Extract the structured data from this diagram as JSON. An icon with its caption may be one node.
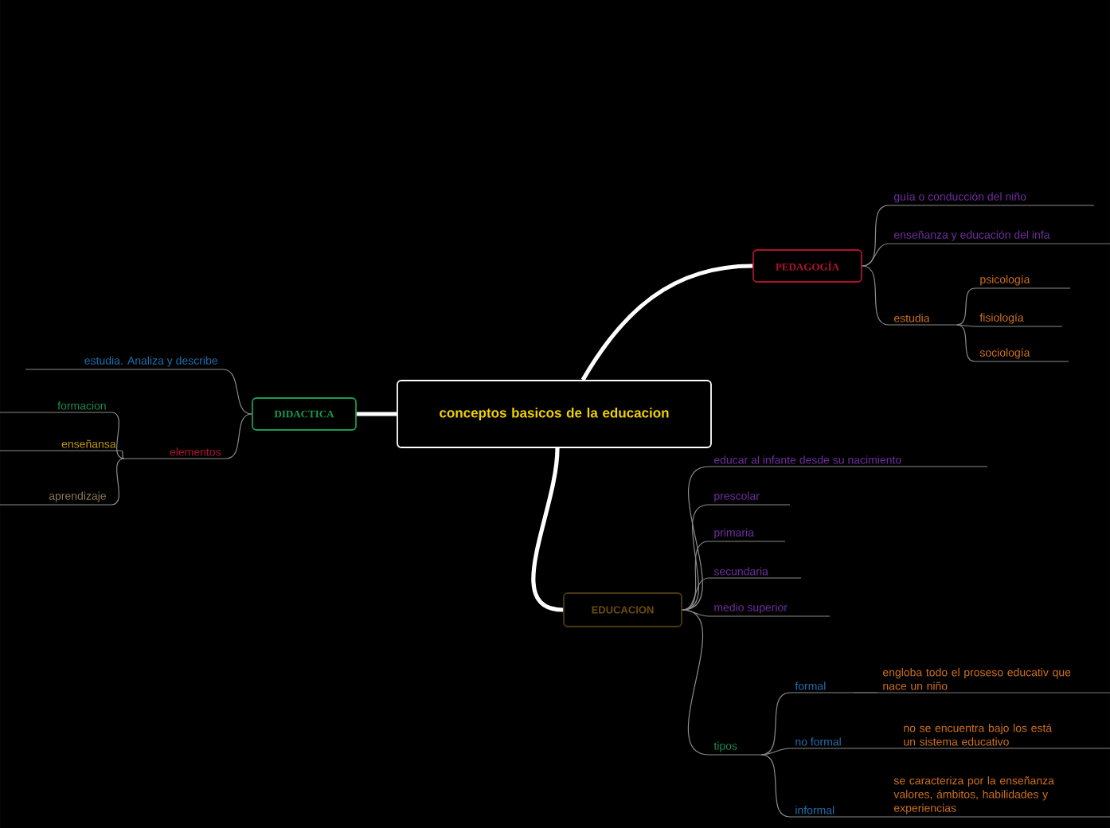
{
  "diagram": {
    "nodes": [
      {
        "text": [
          "conceptos basicos de la educacion"
        ]
      },
      {
        "text": [
          "PEDAGOGÍA"
        ]
      },
      {
        "text": [
          "guía  o conducción del niño"
        ]
      },
      {
        "text": [
          "enseñanza y educación del infa"
        ]
      },
      {
        "text": [
          "estudia"
        ]
      },
      {
        "text": [
          "psicología"
        ]
      },
      {
        "text": [
          "fisiología"
        ]
      },
      {
        "text": [
          "sociología"
        ]
      },
      {
        "text": [
          "DIDACTICA"
        ]
      },
      {
        "text": [
          "estudia. Analiza y describe"
        ]
      },
      {
        "text": [
          "elementos"
        ]
      },
      {
        "text": [
          "formacion"
        ]
      },
      {
        "text": [
          "enseñansa"
        ]
      },
      {
        "text": [
          "aprendizaje"
        ]
      },
      {
        "text": [
          "EDUCACION"
        ]
      },
      {
        "text": [
          "educar al infante desde su nacimiento"
        ]
      },
      {
        "text": [
          "prescolar"
        ]
      },
      {
        "text": [
          "primaria"
        ]
      },
      {
        "text": [
          "secundaria"
        ]
      },
      {
        "text": [
          "medio superior"
        ]
      },
      {
        "text": [
          "tipos"
        ]
      },
      {
        "text": [
          "formal"
        ]
      },
      {
        "text": [
          "engloba todo el proseso educativ que nace un niño"
        ]
      },
      {
        "text": [
          "no formal"
        ]
      },
      {
        "text": [
          "no se encuentra bajo los está un sistema educativo"
        ]
      },
      {
        "text": [
          "informal"
        ]
      },
      {
        "text": [
          "se caracteriza por la enseñanza valores, ámbitos, habilidades y experiencias"
        ]
      }
    ],
    "edges": [
      {
        "from": 0,
        "to": 1,
        "arrow": "none",
        "style": "thick",
        "color": "#ffffff"
      },
      {
        "from": 0,
        "to": 8,
        "arrow": "none",
        "style": "thick",
        "color": "#ffffff"
      },
      {
        "from": 0,
        "to": 14,
        "arrow": "none",
        "style": "thick",
        "color": "#ffffff"
      },
      {
        "from": 1,
        "to": 2,
        "arrow": "none"
      },
      {
        "from": 1,
        "to": 3,
        "arrow": "none"
      },
      {
        "from": 1,
        "to": 4,
        "arrow": "none"
      },
      {
        "from": 4,
        "to": 5,
        "arrow": "none"
      },
      {
        "from": 4,
        "to": 6,
        "arrow": "none"
      },
      {
        "from": 4,
        "to": 7,
        "arrow": "none"
      },
      {
        "from": 8,
        "to": 9,
        "arrow": "none"
      },
      {
        "from": 8,
        "to": 10,
        "arrow": "none"
      },
      {
        "from": 10,
        "to": 11,
        "arrow": "none"
      },
      {
        "from": 10,
        "to": 12,
        "arrow": "none"
      },
      {
        "from": 10,
        "to": 13,
        "arrow": "none"
      },
      {
        "from": 14,
        "to": 15,
        "arrow": "none"
      },
      {
        "from": 14,
        "to": 16,
        "arrow": "none"
      },
      {
        "from": 14,
        "to": 17,
        "arrow": "none"
      },
      {
        "from": 14,
        "to": 18,
        "arrow": "none"
      },
      {
        "from": 14,
        "to": 19,
        "arrow": "none"
      },
      {
        "from": 14,
        "to": 20,
        "arrow": "none"
      },
      {
        "from": 20,
        "to": 21,
        "arrow": "none"
      },
      {
        "from": 20,
        "to": 23,
        "arrow": "none"
      },
      {
        "from": 20,
        "to": 25,
        "arrow": "none"
      },
      {
        "from": 21,
        "to": 22,
        "arrow": "none"
      },
      {
        "from": 23,
        "to": 24,
        "arrow": "none"
      },
      {
        "from": 25,
        "to": 26,
        "arrow": "none"
      }
    ]
  }
}
